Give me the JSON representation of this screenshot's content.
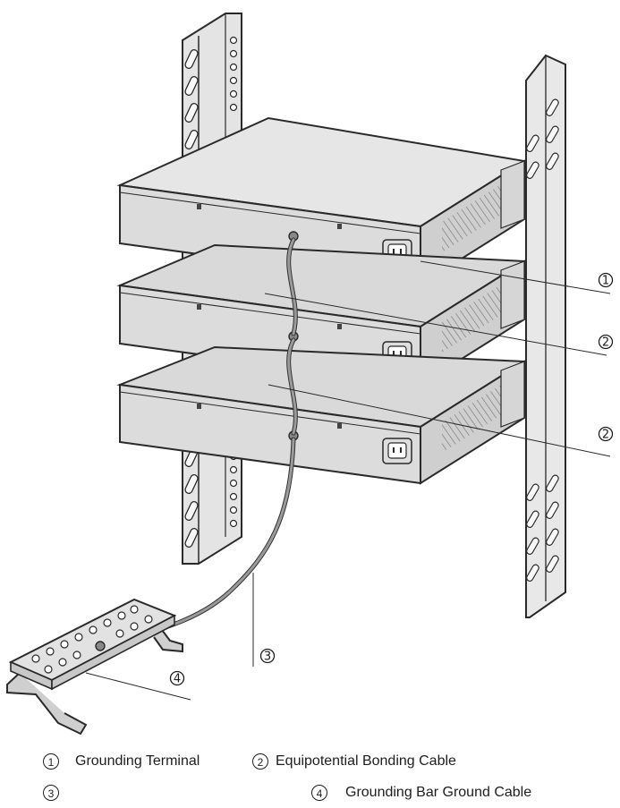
{
  "callouts": [
    {
      "id": "1",
      "symbol": "①"
    },
    {
      "id": "2a",
      "symbol": "②"
    },
    {
      "id": "2b",
      "symbol": "②"
    },
    {
      "id": "3",
      "symbol": "③"
    },
    {
      "id": "4",
      "symbol": "④"
    }
  ],
  "legend": {
    "item1": {
      "mark": "1",
      "text": "Grounding Terminal"
    },
    "item2": {
      "mark": "2",
      "text": "Equipotential Bonding Cable"
    },
    "item3": {
      "mark": "3",
      "text": ""
    },
    "item4": {
      "mark": "4",
      "text": "Grounding Bar Ground Cable"
    }
  }
}
